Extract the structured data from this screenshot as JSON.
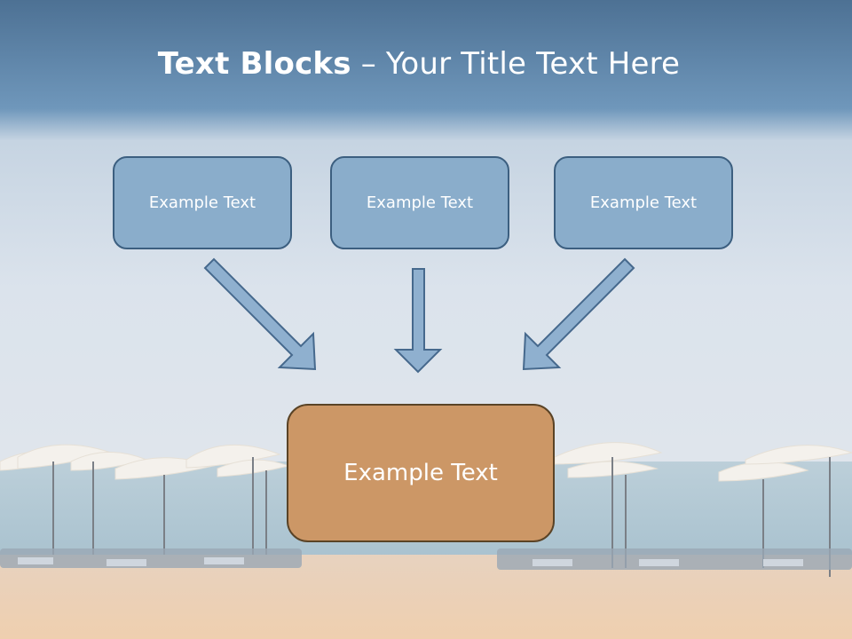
{
  "slide": {
    "title_bold": "Text Blocks",
    "title_dash": " – ",
    "title_rest": "Your Title Text Here"
  },
  "blocks": {
    "top": [
      "Example Text",
      "Example Text",
      "Example Text"
    ],
    "bottom": "Example Text"
  },
  "colors": {
    "top_box_fill": "#8aadcb",
    "top_box_border": "#3c5f80",
    "bottom_box_fill": "#cc9766",
    "bottom_box_border": "#5a4326",
    "arrow_fill": "#8fb0cf",
    "arrow_stroke": "#46698d"
  }
}
